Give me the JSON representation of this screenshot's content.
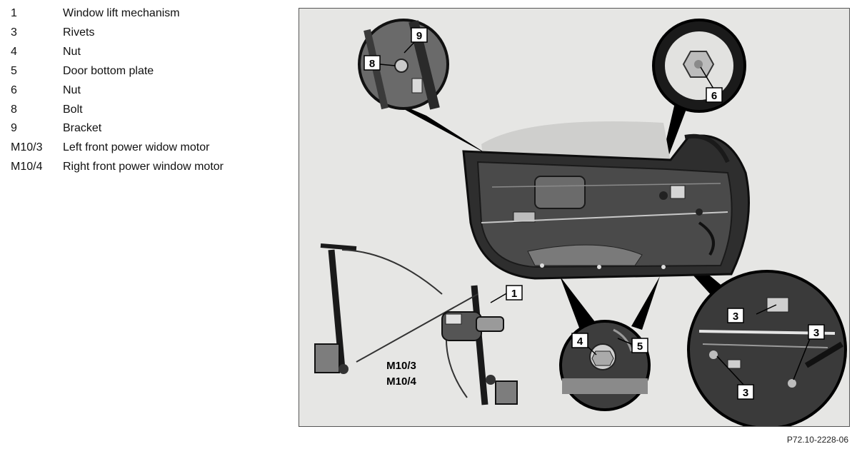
{
  "legend": [
    {
      "code": "1",
      "description": "Window lift mechanism"
    },
    {
      "code": "3",
      "description": "Rivets"
    },
    {
      "code": "4",
      "description": "Nut"
    },
    {
      "code": "5",
      "description": "Door bottom plate"
    },
    {
      "code": "6",
      "description": "Nut"
    },
    {
      "code": "8",
      "description": "Bolt"
    },
    {
      "code": "9",
      "description": "Bracket"
    },
    {
      "code": "M10/3",
      "description": "Left front power widow motor"
    },
    {
      "code": "M10/4",
      "description": "Right front power window motor"
    }
  ],
  "callouts": {
    "bracket": "9",
    "bolt": "8",
    "nut_top": "6",
    "window_lift": "1",
    "motor_left": "M10/3",
    "motor_right": "M10/4",
    "nut_bottom": "4",
    "bottom_plate": "5",
    "rivet_a": "3",
    "rivet_b": "3",
    "rivet_c": "3"
  },
  "figure_code": "P72.10-2228-06"
}
